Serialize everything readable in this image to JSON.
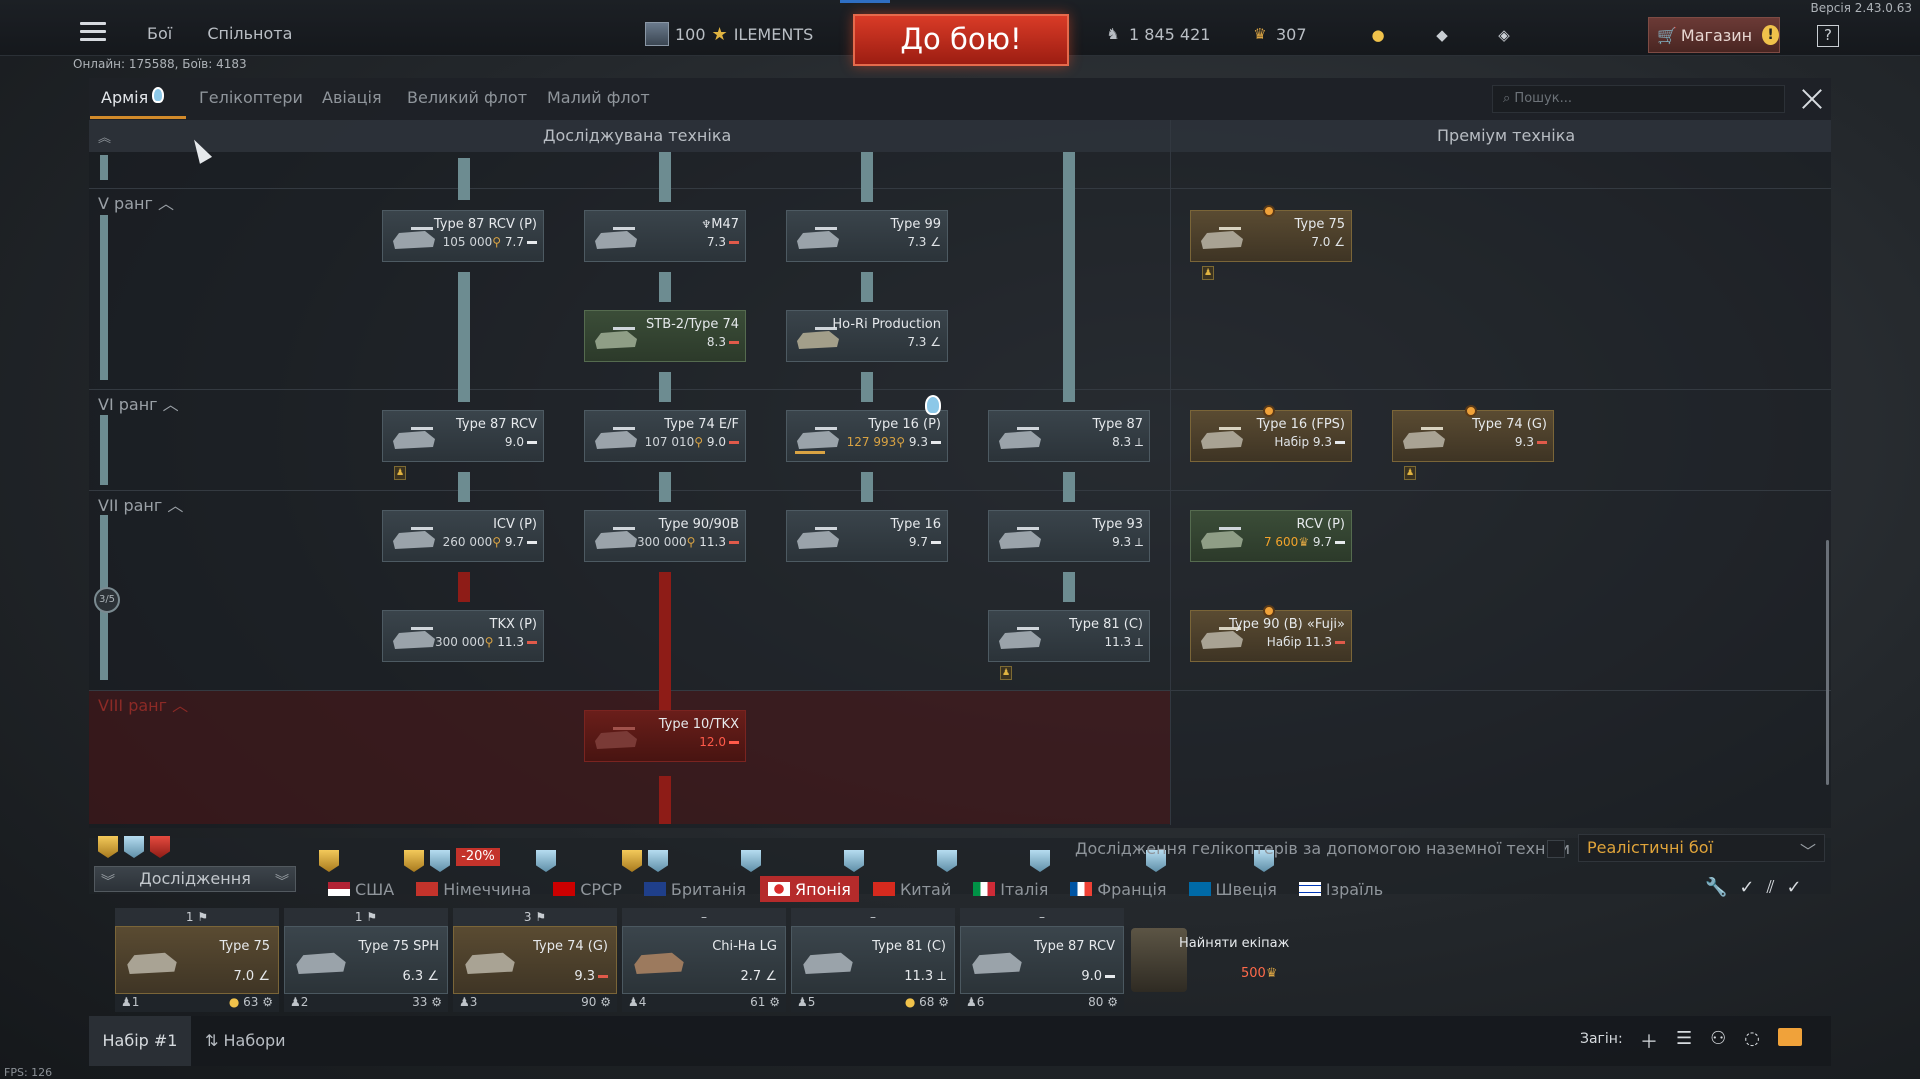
{
  "app": {
    "version": "Версія 2.43.0.63",
    "online": "Онлайн: 175588, Боїв: 4183",
    "fps": "FPS: 126"
  },
  "topbar": {
    "nav": [
      "Бої",
      "Спільнота"
    ],
    "profile_count": "100",
    "profile_name": "ILEMENTS",
    "battle_button": "До бою!",
    "silver": "1 845 421",
    "gold": "307",
    "shop_label": "Магазин",
    "help": "?"
  },
  "tabs": {
    "items": [
      "Армія",
      "Гелікоптери",
      "Авіація",
      "Великий флот",
      "Малий флот"
    ],
    "active": "Армія",
    "search_placeholder": "Пошук..."
  },
  "tree": {
    "researchable_header": "Досліджувана техніка",
    "premium_header": "Преміум техніка",
    "ranks": [
      "V ранг",
      "VI ранг",
      "VII ранг",
      "VIII ранг"
    ],
    "progress": "3/5",
    "vehicles": [
      {
        "name": "Type 87 RCV (P)",
        "stat": "105 000",
        "br": "7.7"
      },
      {
        "name": "M47",
        "stat": "",
        "br": "7.3"
      },
      {
        "name": "Type 99",
        "stat": "",
        "br": "7.3"
      },
      {
        "name": "Type 75",
        "stat": "",
        "br": "7.0"
      },
      {
        "name": "STB-2/Type 74",
        "stat": "",
        "br": "8.3"
      },
      {
        "name": "Ho-Ri Production",
        "stat": "",
        "br": "7.3"
      },
      {
        "name": "Type 87 RCV",
        "stat": "",
        "br": "9.0"
      },
      {
        "name": "Type 74 E/F",
        "stat": "107 010",
        "br": "9.0"
      },
      {
        "name": "Type 16 (P)",
        "stat": "127 993",
        "br": "9.3"
      },
      {
        "name": "Type 87",
        "stat": "",
        "br": "8.3"
      },
      {
        "name": "Type 16 (FPS)",
        "stat": "Набір",
        "br": "9.3"
      },
      {
        "name": "Type 74 (G)",
        "stat": "",
        "br": "9.3"
      },
      {
        "name": "ICV (P)",
        "stat": "260 000",
        "br": "9.7"
      },
      {
        "name": "Type 90/90B",
        "stat": "300 000",
        "br": "11.3"
      },
      {
        "name": "Type 16",
        "stat": "",
        "br": "9.7"
      },
      {
        "name": "Type 93",
        "stat": "",
        "br": "9.3"
      },
      {
        "name": "RCV (P)",
        "stat": "7 600",
        "br": "9.7"
      },
      {
        "name": "TKX (P)",
        "stat": "300 000",
        "br": "11.3"
      },
      {
        "name": "Type 81 (C)",
        "stat": "",
        "br": "11.3"
      },
      {
        "name": "Type 90 (B) «Fuji»",
        "stat": "Набір",
        "br": "11.3"
      },
      {
        "name": "Type 10/TKX",
        "stat": "",
        "br": "12.0"
      }
    ]
  },
  "research": {
    "button": "Дослідження",
    "discount": "-20%",
    "heli_label": "Дослідження гелікоптерів за допомогою наземної техніки",
    "mode": "Реалістичні бої",
    "nations": [
      "США",
      "Німеччина",
      "СРСР",
      "Британія",
      "Японія",
      "Китай",
      "Італія",
      "Франція",
      "Швеція",
      "Ізраїль"
    ],
    "active_nation": "Японія"
  },
  "crew_slots": [
    {
      "head": "1",
      "name": "Type 75",
      "br": "7.0",
      "crew": "1",
      "value": "63",
      "warn": true
    },
    {
      "head": "1",
      "name": "Type 75 SPH",
      "br": "6.3",
      "crew": "2",
      "value": "33",
      "warn": false
    },
    {
      "head": "3",
      "name": "Type 74 (G)",
      "br": "9.3",
      "crew": "3",
      "value": "90",
      "warn": false
    },
    {
      "head": "–",
      "name": "Chi-Ha LG",
      "br": "2.7",
      "crew": "4",
      "value": "61",
      "warn": false
    },
    {
      "head": "–",
      "name": "Type 81 (C)",
      "br": "11.3",
      "crew": "5",
      "value": "68",
      "warn": true
    },
    {
      "head": "–",
      "name": "Type 87 RCV",
      "br": "9.0",
      "crew": "6",
      "value": "80",
      "warn": false
    }
  ],
  "hire": {
    "label": "Найняти екіпаж",
    "price": "500"
  },
  "bottombar": {
    "preset": "Набір #1",
    "presets_label": "Набори",
    "squad_label": "Загін:"
  }
}
